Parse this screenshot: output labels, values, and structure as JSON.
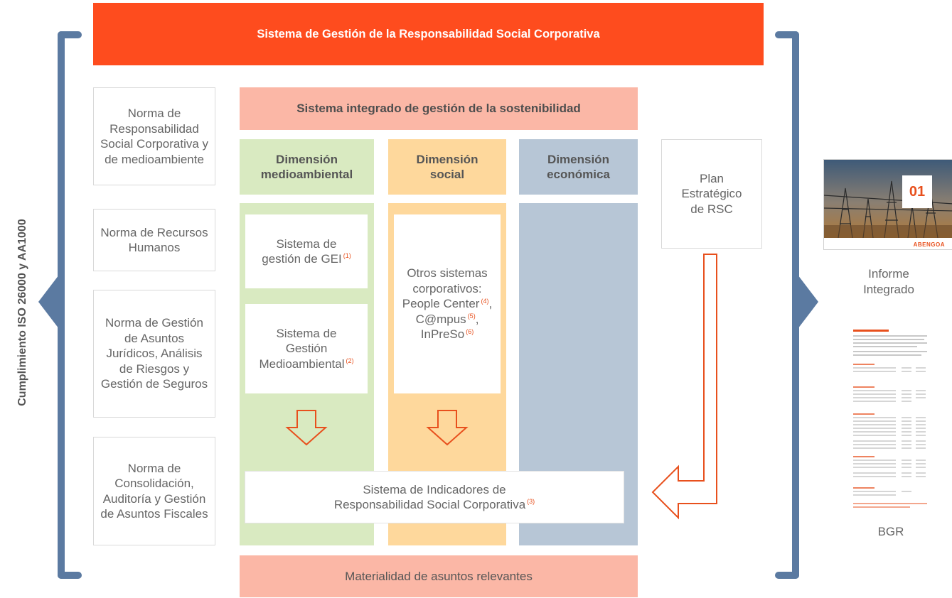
{
  "title": "Sistema de Gestión de la Responsabilidad Social Corporativa",
  "side_label": "Cumplimiento ISO 26000 y AA1000",
  "norms": [
    "Norma de Responsabilidad Social Corporativa y de medioambiente",
    "Norma de Recursos Humanos",
    "Norma de Gestión de Asuntos Jurídicos, Análisis de Riesgos y Gestión de Seguros",
    "Norma de Consolidación, Auditoría y Gestión de Asuntos Fiscales"
  ],
  "integrated_system": "Sistema integrado de gestión de la sostenibilidad",
  "dimensions": {
    "environmental": "Dimensión medioambiental",
    "social": "Dimensión social",
    "economic": "Dimensión económica"
  },
  "env_boxes": {
    "gei": "Sistema de gestión de GEI",
    "gei_ref": "(1)",
    "environmental_mgmt": "Sistema de Gestión Medioambiental",
    "environmental_mgmt_ref": "(2)"
  },
  "social_box": {
    "intro": "Otros sistemas corporativos:",
    "people": "People Center",
    "people_ref": "(4)",
    "campus": "C@mpus",
    "campus_ref": "(5)",
    "inpreso": "InPreSo",
    "inpreso_ref": "(6)"
  },
  "plan": "Plan Estratégico de RSC",
  "indicators": {
    "line1": "Sistema de Indicadores de",
    "line2": "Responsabilidad Social Corporativa",
    "ref": "(3)"
  },
  "materiality": "Materialidad de asuntos relevantes",
  "outputs": {
    "integrated_report": "Informe Integrado",
    "cover_number": "01",
    "cover_brand": "ABENGOA",
    "bgr": "BGR"
  },
  "colors": {
    "banner": "#fe4c1e",
    "salmon": "#fbb7a6",
    "green": "#d9eac1",
    "orange": "#fed89c",
    "blue": "#b7c6d6",
    "bracket": "#5b7aa1",
    "arrow": "#e8501d"
  }
}
